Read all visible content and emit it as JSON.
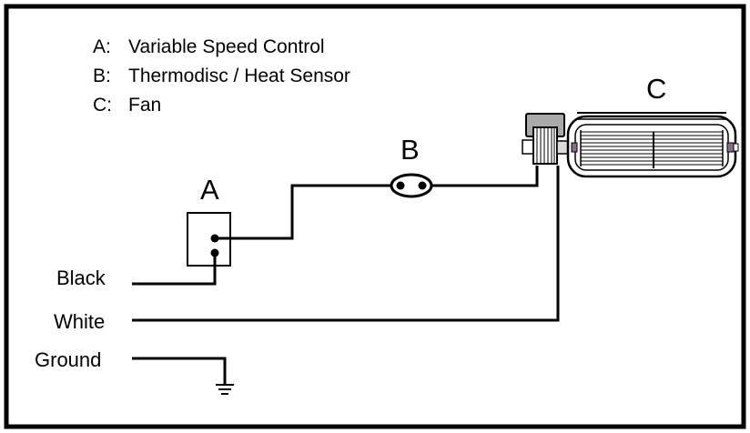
{
  "legend": {
    "items": [
      {
        "key": "A:",
        "text": "Variable Speed Control"
      },
      {
        "key": "B:",
        "text": "Thermodisc / Heat Sensor"
      },
      {
        "key": "C:",
        "text": "Fan"
      }
    ]
  },
  "components": {
    "speed_control_label": "A",
    "heat_sensor_label": "B",
    "fan_label": "C"
  },
  "wires": {
    "black_label": "Black",
    "white_label": "White",
    "ground_label": "Ground"
  },
  "colors": {
    "line": "#000000",
    "fan_motor_fill": "#a9a9a9",
    "fan_end_cap": "#8a6a8e"
  }
}
